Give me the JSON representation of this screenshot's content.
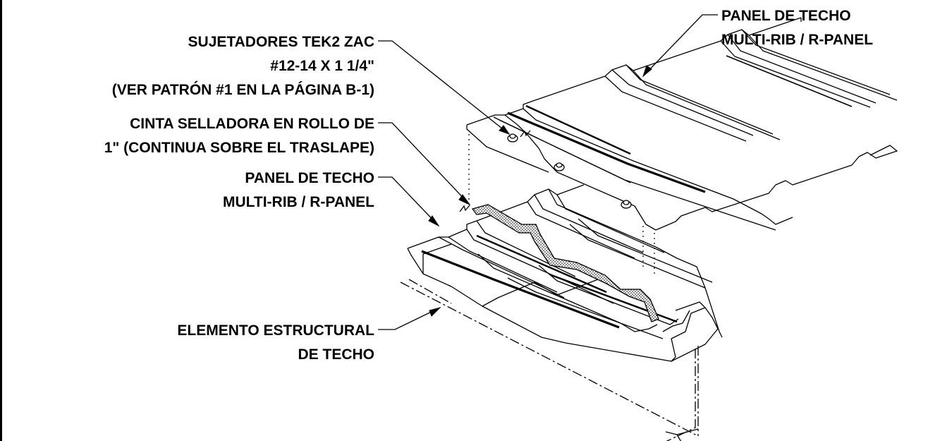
{
  "labels": {
    "fasteners": {
      "line1": "SUJETADORES TEK2 ZAC",
      "line2": "#12-14 X 1 1/4\"",
      "line3": "(VER PATRÓN #1 EN LA PÁGINA B-1)"
    },
    "sealant": {
      "line1": "CINTA SELLADORA EN ROLLO DE",
      "line2": "1\" (CONTINUA SOBRE EL TRASLAPE)"
    },
    "lower_panel": {
      "line1": "PANEL DE TECHO",
      "line2": "MULTI-RIB / R-PANEL"
    },
    "structural": {
      "line1": "ELEMENTO ESTRUCTURAL",
      "line2": "DE TECHO"
    },
    "upper_panel": {
      "line1": "PANEL DE TECHO",
      "line2": "MULTI-RIB / R-PANEL"
    }
  },
  "colors": {
    "line": "#000000",
    "background": "#ffffff",
    "sealant_tape": "#d9d9d9"
  }
}
